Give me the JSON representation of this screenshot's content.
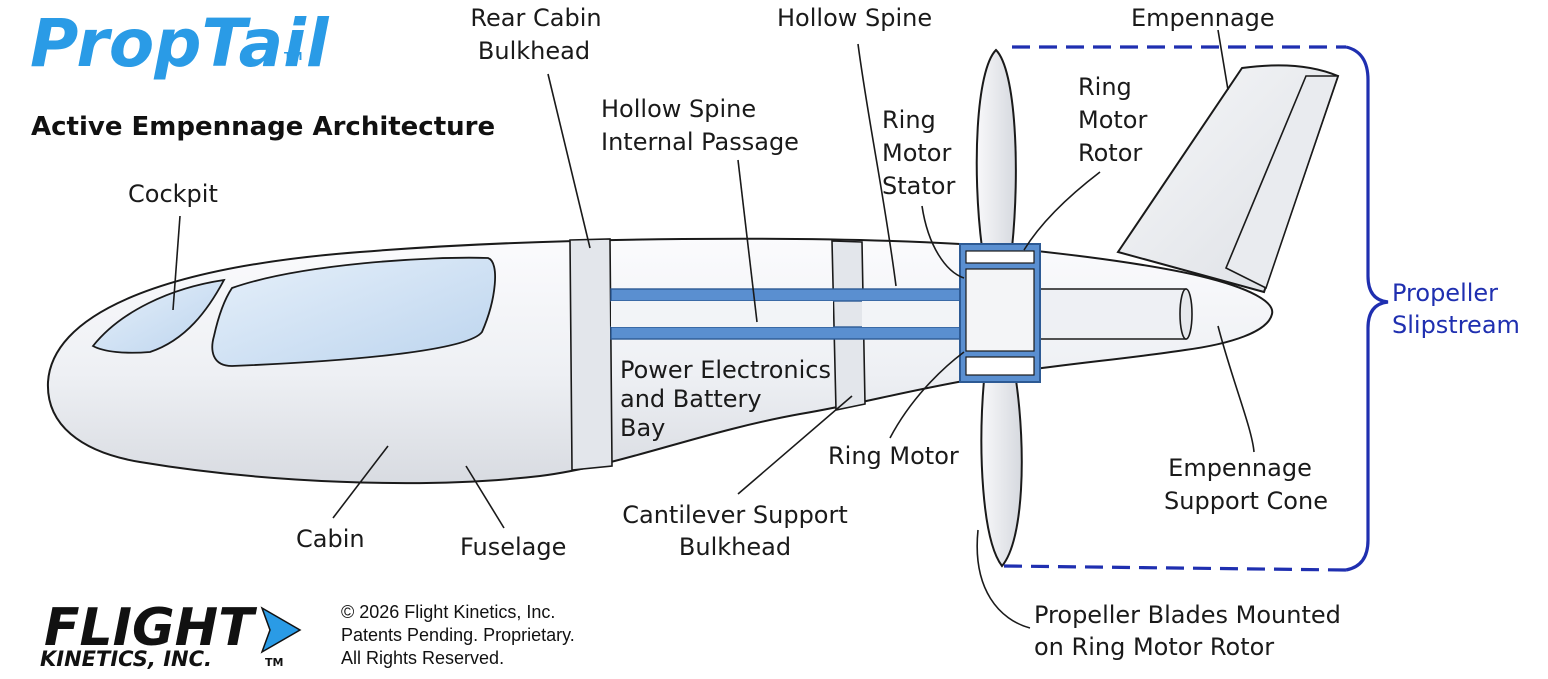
{
  "brand": {
    "product_logo": "PropTail",
    "product_tm": "TM",
    "company_logo_line1": "FLIGHT",
    "company_logo_line2": "KINETICS, INC.",
    "company_tm": "TM"
  },
  "subtitle": "Active Empennage Architecture",
  "copyright": {
    "line1": "© 2026 Flight Kinetics, Inc.",
    "line2": "Patents Pending. Proprietary.",
    "line3": "All Rights Reserved."
  },
  "labels": {
    "cockpit": "Cockpit",
    "rear_cabin_bulkhead": [
      "Rear Cabin",
      "Bulkhead"
    ],
    "hollow_spine": "Hollow Spine",
    "hollow_spine_passage": [
      "Hollow Spine",
      "Internal Passage"
    ],
    "ring_motor_stator": [
      "Ring",
      "Motor",
      "Stator"
    ],
    "ring_motor_rotor": [
      "Ring",
      "Motor",
      "Rotor"
    ],
    "empennage": "Empennage",
    "propeller_slipstream": [
      "Propeller",
      "Slipstream"
    ],
    "power_electronics": [
      "Power Electronics",
      "and Battery",
      "Bay"
    ],
    "ring_motor": "Ring Motor",
    "empennage_support_cone": [
      "Empennage",
      "Support Cone"
    ],
    "cabin": "Cabin",
    "fuselage": "Fuselage",
    "cantilever_bulkhead": [
      "Cantilever Support",
      "Bulkhead"
    ],
    "propeller_blades": [
      "Propeller Blades Mounted",
      "on Ring Motor Rotor"
    ]
  },
  "colors": {
    "brand_blue": "#2a9be6",
    "slipstream_blue": "#1f2fb0",
    "spine_blue": "#4f86c8",
    "window_blue": "#cfe2f5"
  }
}
